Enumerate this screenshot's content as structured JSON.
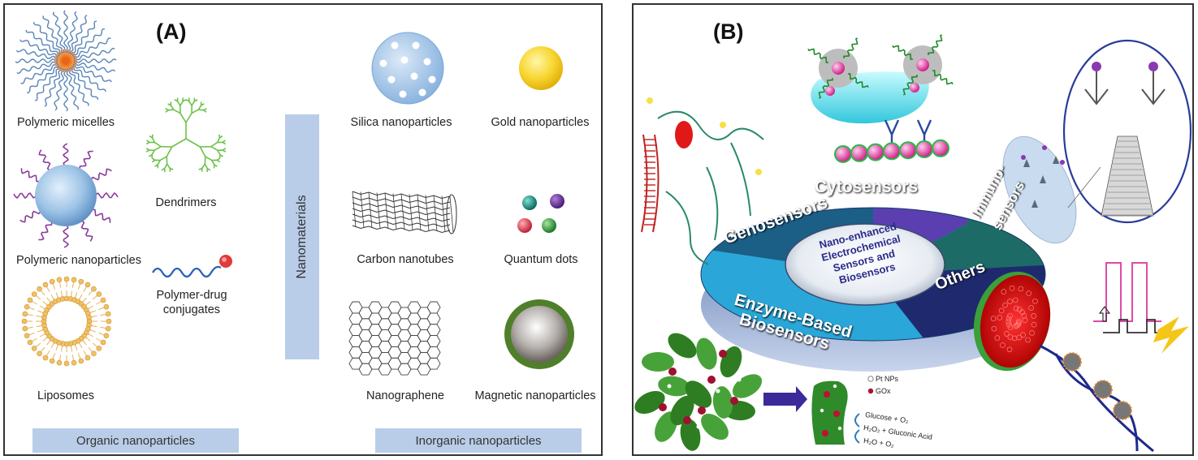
{
  "panel_a": {
    "title": "(A)",
    "organic": {
      "micelles": "Polymeric micelles",
      "dendrimers": "Dendrimers",
      "nanoparticles": "Polymeric nanoparticles",
      "conjugates_line1": "Polymer-drug",
      "conjugates_line2": "conjugates",
      "liposomes": "Liposomes"
    },
    "inorganic": {
      "silica": "Silica nanoparticles",
      "gold": "Gold nanoparticles",
      "cnt": "Carbon nanotubes",
      "qd": "Quantum dots",
      "graphene": "Nanographene",
      "magnetic": "Magnetic nanoparticles"
    },
    "center_label": "Nanomaterials",
    "organic_bar": "Organic nanoparticles",
    "inorganic_bar": "Inorganic nanoparticles"
  },
  "panel_b": {
    "title": "(B)",
    "segments": {
      "cyto": "Cytosensors",
      "immuno_line1": "Immuno-",
      "immuno_line2": "sensors",
      "geno": "Genosensors",
      "others": "Others",
      "enzyme_line1": "Enzyme-Based",
      "enzyme_line2": "Biosensors"
    },
    "center": [
      "Nano-enhanced",
      "Electrochemical",
      "Sensors and",
      "Biosensors"
    ],
    "legend": {
      "pt": "Pt NPs",
      "gox": "GOx",
      "r1": "Glucose + O₂",
      "r2": "H₂O₂ + Gluconic Acid",
      "r3": "H₂O + O₂"
    },
    "colors": {
      "cyto": "#5b3fb0",
      "immuno": "#1d6b66",
      "geno": "#1b5e86",
      "others": "#1f2a6e",
      "enzyme": "#2aa7d8"
    }
  }
}
